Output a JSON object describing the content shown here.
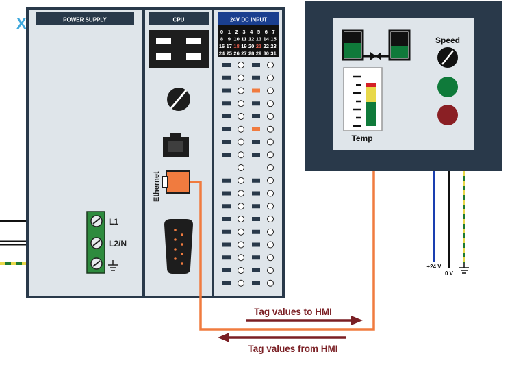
{
  "brand": {
    "logo_text": "XINJE",
    "logo_color": "#1e9ad6"
  },
  "plc": {
    "power_supply": {
      "title": "POWER SUPPLY"
    },
    "cpu": {
      "title": "CPU",
      "port_label": "Ethernet"
    },
    "input_module": {
      "title": "24V DC INPUT",
      "address_rows": [
        [
          "0",
          "1",
          "2",
          "3",
          "4",
          "5",
          "6",
          "7"
        ],
        [
          "8",
          "9",
          "10",
          "11",
          "12",
          "13",
          "14",
          "15"
        ],
        [
          "16",
          "17",
          "18",
          "19",
          "20",
          "21",
          "22",
          "23"
        ],
        [
          "24",
          "25",
          "26",
          "27",
          "28",
          "29",
          "30",
          "31"
        ]
      ],
      "highlighted_addresses": [
        "18",
        "21"
      ],
      "active_led_color": "#f07b3f"
    },
    "terminals": {
      "l1": "L1",
      "l2n": "L2/N",
      "ground_symbol": "⏚"
    }
  },
  "hmi": {
    "speed_label": "Speed",
    "temp_label": "Temp",
    "temp_level_colors": [
      "#d42027",
      "#e8d84a",
      "#0f7a3a"
    ],
    "button_colors": {
      "green": "#0f7a3a",
      "red": "#8a1f24"
    },
    "supply_labels": {
      "plus24": "+24 V",
      "zero": "0 V",
      "ground_symbol": "⏚"
    }
  },
  "communication": {
    "to_hmi": "Tag values to HMI",
    "from_hmi": "Tag values from HMI",
    "arrow_color": "#7a1f24",
    "cable_color": "#f07b3f"
  }
}
